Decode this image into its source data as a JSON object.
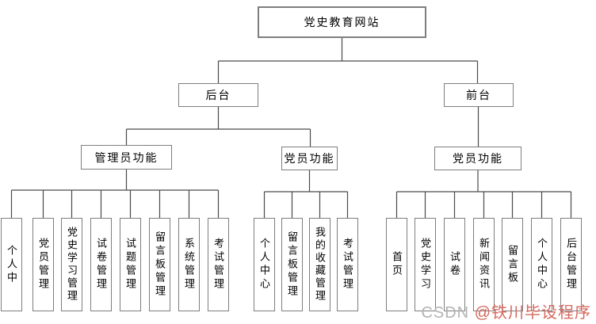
{
  "diagram": {
    "root": {
      "label": "党史教育网站"
    },
    "level2": [
      {
        "id": "backend",
        "label": "后台"
      },
      {
        "id": "frontend",
        "label": "前台"
      }
    ],
    "level3": [
      {
        "id": "admin-functions",
        "label": "管理员功能"
      },
      {
        "id": "member-functions-backend",
        "label": "党员功能"
      },
      {
        "id": "member-functions-frontend",
        "label": "党员功能"
      }
    ],
    "groups": [
      {
        "parent": "管理员功能",
        "leaves": [
          "个人中",
          "党员管理",
          "党史学习管理",
          "试卷管理",
          "试题管理",
          "留言板管理",
          "系统管理",
          "考试管理"
        ]
      },
      {
        "parent": "党员功能",
        "leaves": [
          "个人中心",
          "留言板管理",
          "我的收藏管理",
          "考试管理"
        ]
      },
      {
        "parent": "党员功能",
        "leaves": [
          "首页",
          "党史学习",
          "试卷",
          "新闻资讯",
          "留言板",
          "个人中心",
          "后台管理"
        ]
      }
    ],
    "watermark": {
      "prefix": "CSDN ",
      "handle": "@铁川毕设程序"
    },
    "colors": {
      "background": "#ffffff",
      "box_border": "#7e7e7e",
      "connector": "#4a4a4a",
      "text": "#000000",
      "watermark_prefix": "#b3b3b3",
      "watermark_handle": "#d4695f"
    }
  }
}
